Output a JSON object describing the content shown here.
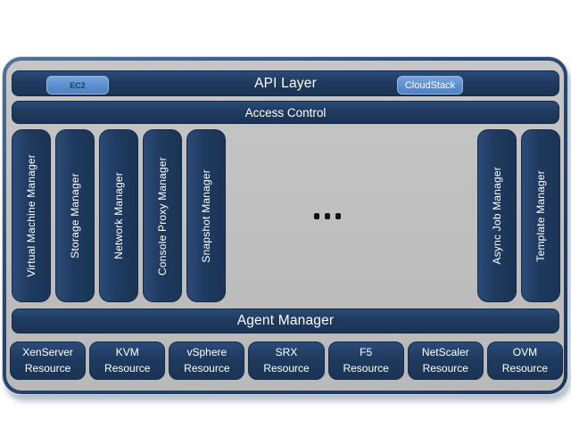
{
  "api_layer": {
    "title": "API Layer",
    "ec2_button": "EC2",
    "cloudstack_button": "CloudStack"
  },
  "access_control": "Access Control",
  "managers": [
    "Virtual Machine Manager",
    "Storage Manager",
    "Network Manager",
    "Console Proxy Manager",
    "Snapshot Manager",
    "Async Job Manager",
    "Template Manager"
  ],
  "agent_manager": "Agent Manager",
  "resources": [
    {
      "name": "XenServer",
      "type": "Resource"
    },
    {
      "name": "KVM",
      "type": "Resource"
    },
    {
      "name": "vSphere",
      "type": "Resource"
    },
    {
      "name": "SRX",
      "type": "Resource"
    },
    {
      "name": "F5",
      "type": "Resource"
    },
    {
      "name": "NetScaler",
      "type": "Resource"
    },
    {
      "name": "OVM",
      "type": "Resource"
    }
  ],
  "colors": {
    "navy": "#1f3a5f",
    "panel_gray": "#bfbfbf",
    "accent_blue": "#5b8fce",
    "text_light": "#ffffff"
  }
}
